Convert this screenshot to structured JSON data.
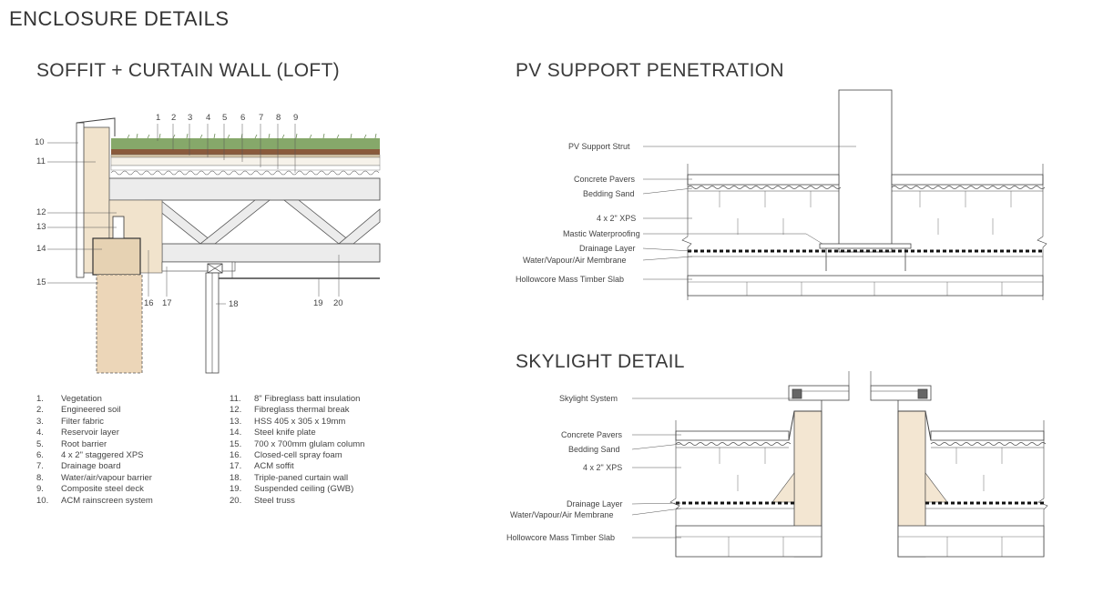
{
  "page_title": "ENCLOSURE DETAILS",
  "sections": {
    "soffit": {
      "title": "SOFFIT + CURTAIN WALL (LOFT)"
    },
    "pv": {
      "title": "PV SUPPORT PENETRATION"
    },
    "skylight": {
      "title": "SKYLIGHT DETAIL"
    }
  },
  "soffit_callouts": {
    "top": [
      "1",
      "2",
      "3",
      "4",
      "5",
      "6",
      "7",
      "8",
      "9"
    ],
    "left": [
      "10",
      "11",
      "12",
      "13",
      "14",
      "15"
    ],
    "bottom": [
      "16",
      "17",
      "18",
      "19",
      "20"
    ]
  },
  "legend_left": [
    {
      "n": "1.",
      "t": "Vegetation"
    },
    {
      "n": "2.",
      "t": "Engineered soil"
    },
    {
      "n": "3.",
      "t": "Filter fabric"
    },
    {
      "n": "4.",
      "t": "Reservoir layer"
    },
    {
      "n": "5.",
      "t": "Root barrier"
    },
    {
      "n": "6.",
      "t": "4 x 2\" staggered XPS"
    },
    {
      "n": "7.",
      "t": "Drainage board"
    },
    {
      "n": "8.",
      "t": "Water/air/vapour barrier"
    },
    {
      "n": "9.",
      "t": "Composite steel deck"
    },
    {
      "n": "10.",
      "t": "ACM rainscreen system"
    }
  ],
  "legend_right": [
    {
      "n": "11.",
      "t": "8\" Fibreglass batt insulation"
    },
    {
      "n": "12.",
      "t": "Fibreglass thermal break"
    },
    {
      "n": "13.",
      "t": "HSS 405 x 305 x 19mm"
    },
    {
      "n": "14.",
      "t": "Steel knife plate"
    },
    {
      "n": "15.",
      "t": "700 x 700mm glulam column"
    },
    {
      "n": "16.",
      "t": "Closed-cell spray foam"
    },
    {
      "n": "17.",
      "t": "ACM soffit"
    },
    {
      "n": "18.",
      "t": "Triple-paned curtain wall"
    },
    {
      "n": "19.",
      "t": "Suspended ceiling (GWB)"
    },
    {
      "n": "20.",
      "t": "Steel truss"
    }
  ],
  "pv_labels": {
    "strut": "PV Support Strut",
    "pavers": "Concrete Pavers",
    "sand": "Bedding Sand",
    "xps": "4 x 2\" XPS",
    "mastic": "Mastic Waterproofing",
    "drainage": "Drainage Layer",
    "membrane": "Water/Vapour/Air Membrane",
    "slab": "Hollowcore Mass Timber Slab"
  },
  "skylight_labels": {
    "system": "Skylight System",
    "pavers": "Concrete Pavers",
    "sand": "Bedding Sand",
    "xps": "4 x 2\" XPS",
    "drainage": "Drainage Layer",
    "membrane": "Water/Vapour/Air Membrane",
    "slab": "Hollowcore Mass Timber Slab"
  },
  "colors": {
    "timber": "#ecd6b8",
    "insulation": "#f1e3cc",
    "vegetation": "#86a86a",
    "soil": "#8a5a3c",
    "steel": "#e4e4e4",
    "line": "#4a4a4a"
  }
}
